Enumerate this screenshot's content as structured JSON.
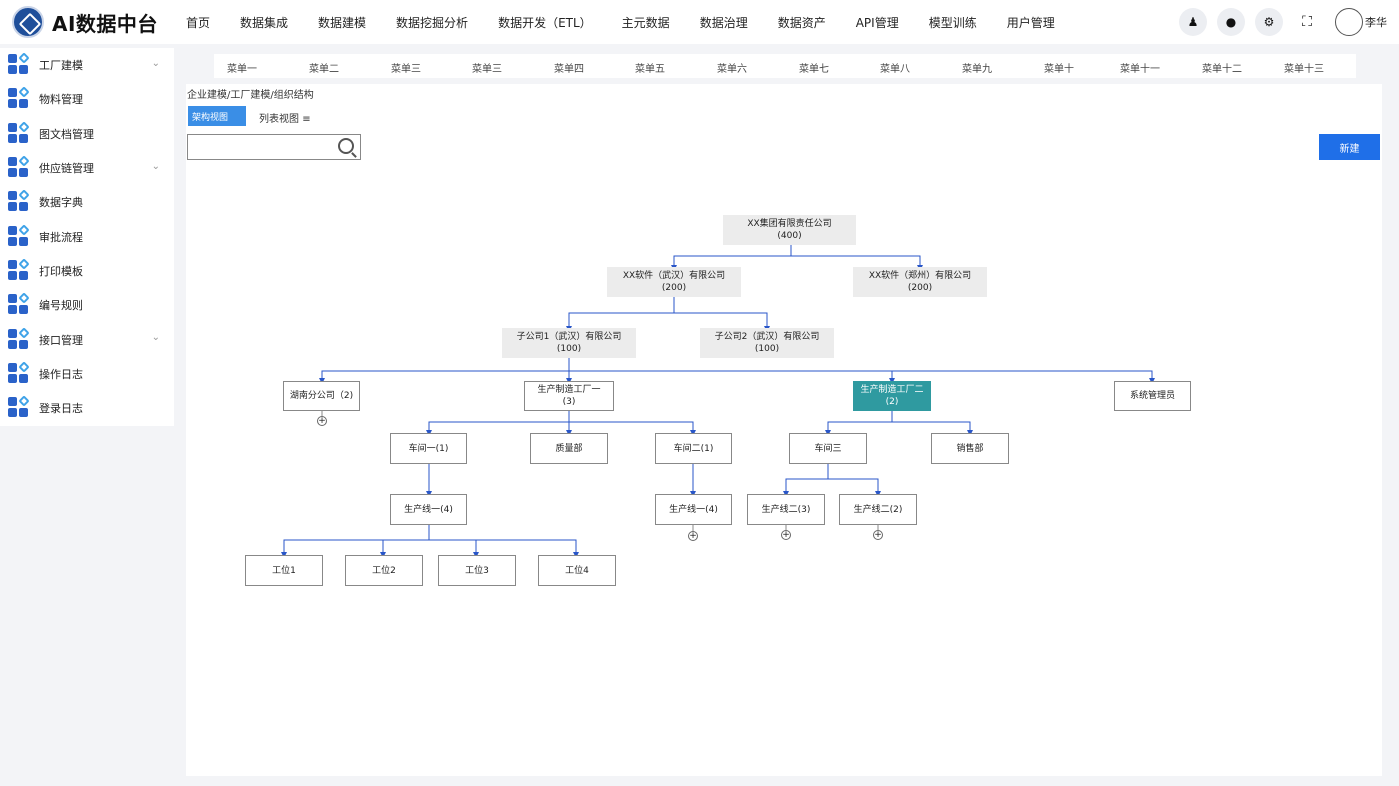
{
  "app": {
    "title": "AI数据中台"
  },
  "topnav": [
    "首页",
    "数据集成",
    "数据建模",
    "数据挖掘分析",
    "数据开发（ETL）",
    "主元数据",
    "数据治理",
    "数据资产",
    "API管理",
    "模型训练",
    "用户管理"
  ],
  "user": {
    "name": "李华"
  },
  "sidebar": {
    "items": [
      {
        "label": "工厂建模",
        "has_children": true
      },
      {
        "label": "物料管理",
        "has_children": false
      },
      {
        "label": "图文档管理",
        "has_children": false
      },
      {
        "label": "供应链管理",
        "has_children": true
      },
      {
        "label": "数据字典",
        "has_children": false
      },
      {
        "label": "审批流程",
        "has_children": false
      },
      {
        "label": "打印模板",
        "has_children": false
      },
      {
        "label": "编号规则",
        "has_children": false
      },
      {
        "label": "接口管理",
        "has_children": true
      },
      {
        "label": "操作日志",
        "has_children": false
      },
      {
        "label": "登录日志",
        "has_children": false
      }
    ]
  },
  "menubar": [
    "菜单一",
    "菜单二",
    "菜单三",
    "菜单三",
    "菜单四",
    "菜单五",
    "菜单六",
    "菜单七",
    "菜单八",
    "菜单九",
    "菜单十",
    "菜单十一",
    "菜单十二",
    "菜单十三"
  ],
  "breadcrumb": "企业建模/工厂建模/组织结构",
  "views": {
    "active": "架构视图",
    "list": "列表视图"
  },
  "search": {
    "placeholder": ""
  },
  "new_button": "新建",
  "org": {
    "root": {
      "name": "XX集团有限责任公司",
      "count": "(400)"
    },
    "wuhan": {
      "name": "XX软件（武汉）有限公司",
      "count": "(200)"
    },
    "zhengzhou": {
      "name": "XX软件（郑州）有限公司",
      "count": "(200)"
    },
    "sub1": {
      "name": "子公司1（武汉）有限公司",
      "count": "(100)"
    },
    "sub2": {
      "name": "子公司2（武汉）有限公司",
      "count": "(100)"
    },
    "hunan": {
      "name": "湖南分公司（2)"
    },
    "plant1": {
      "name": "生产制造工厂一",
      "count": "(3)"
    },
    "plant2": {
      "name": "生产制造工厂二",
      "count": "(2)"
    },
    "sysadmin": {
      "name": "系统管理员"
    },
    "ws1": {
      "name": "车间一(1)"
    },
    "quality": {
      "name": "质量部"
    },
    "ws2": {
      "name": "车间二(1)"
    },
    "ws3": {
      "name": "车间三"
    },
    "sales": {
      "name": "销售部"
    },
    "line1": {
      "name": "生产线一(4)"
    },
    "line1b": {
      "name": "生产线一(4)"
    },
    "line2a": {
      "name": "生产线二(3)"
    },
    "line2b": {
      "name": "生产线二(2)"
    },
    "st1": {
      "name": "工位1"
    },
    "st2": {
      "name": "工位2"
    },
    "st3": {
      "name": "工位3"
    },
    "st4": {
      "name": "工位4"
    }
  }
}
